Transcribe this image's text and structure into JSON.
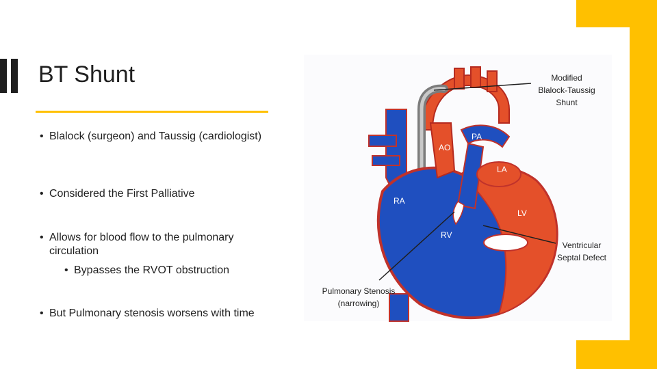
{
  "title": "BT Shunt",
  "bullets": [
    {
      "text": "Blalock (surgeon) and Taussig (cardiologist)"
    },
    {
      "text": "Considered the First Palliative"
    },
    {
      "text": "Allows for blood flow to the pulmonary circulation"
    },
    {
      "text": "Bypasses the RVOT obstruction"
    },
    {
      "text": "But Pulmonary stenosis worsens with time"
    }
  ],
  "diagram": {
    "labels": {
      "shunt_line1": "Modified",
      "shunt_line2": "Blalock-Taussig",
      "shunt_line3": "Shunt",
      "ao": "AO",
      "pa": "PA",
      "la": "LA",
      "ra": "RA",
      "lv": "LV",
      "rv": "RV",
      "vsd_line1": "Ventricular",
      "vsd_line2": "Septal Defect",
      "ps_line1": "Pulmonary Stenosis",
      "ps_line2": "(narrowing)"
    }
  },
  "colors": {
    "accent": "#FFC000",
    "text": "#1F1F1F",
    "deoxygenated": "#1F4FBF",
    "oxygenated": "#E4502A",
    "vessel_outline": "#C0322B"
  }
}
